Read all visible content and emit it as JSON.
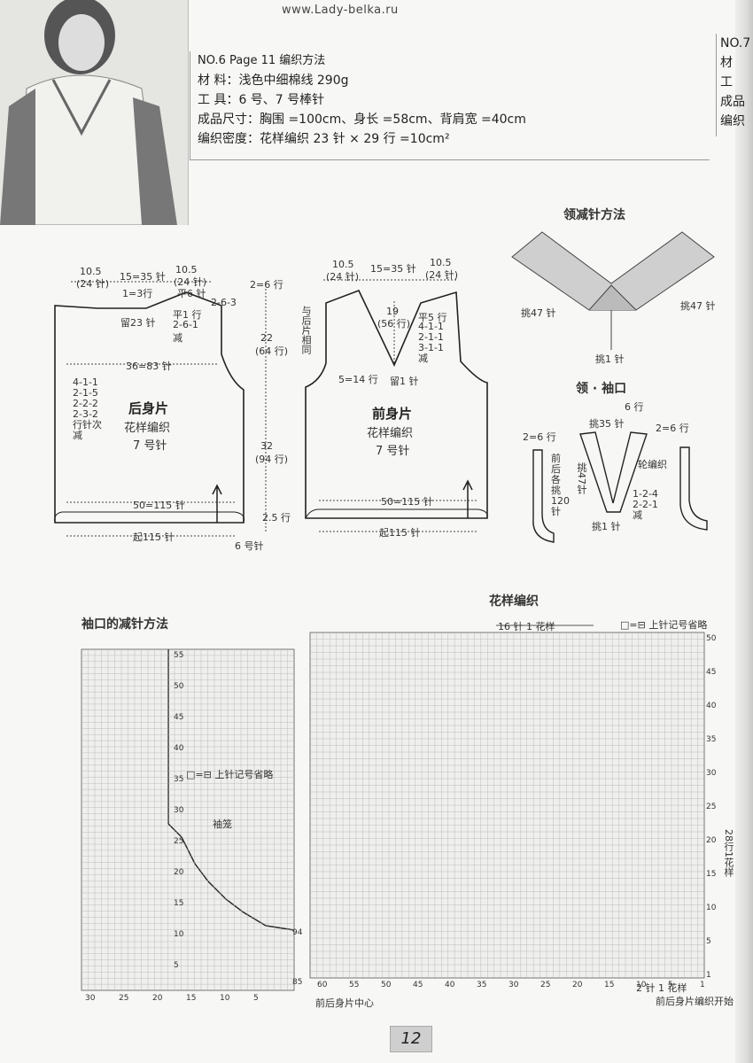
{
  "site": {
    "url": "www.Lady-belka.ru"
  },
  "header": {
    "line1": "NO.6   Page 11     编织方法",
    "line2": "材      料：浅色中细棉线 290g",
    "line3": "工      具：6 号、7 号棒针",
    "line4": "成品尺寸：胸围 =100cm、身长 =58cm、背肩宽 =40cm",
    "line5": "编织密度：花样编织  23 针 × 29 行 =10cm²"
  },
  "next_page": {
    "line1": "NO.7",
    "line2": "材",
    "line3": "工",
    "line4": "成品",
    "line5": "编织"
  },
  "back_piece": {
    "title": "后身片",
    "pattern": "花样编织",
    "needle": "7 号针",
    "top_left": "10.5",
    "top_left_rows": "(24 针)",
    "top_mid": "15=35 针",
    "top_right": "10.5",
    "top_right_rows": "(24 针)",
    "neck_rows": "1=3行",
    "neck_keep": "留23 针",
    "shoulder": "平6 针",
    "shoulder_dec": "2-6-3",
    "flat": "平1 行",
    "dec2": "2-6-1",
    "dec_label": "减",
    "chest": "36=83 针",
    "bottom": "50=115 针",
    "cast_on": "起115 针",
    "needle6": "6 号针",
    "arm_dec": [
      "4-1-1",
      "2-1-5",
      "2-2-2",
      "2-3-2",
      "行针次",
      "减"
    ],
    "right_top": "2=6 行",
    "right_mid": "22",
    "right_mid_rows": "(64 行)",
    "right_low": "32",
    "right_low_rows": "(94 行)",
    "right_rib": "2.5 行"
  },
  "front_piece": {
    "title": "前身片",
    "pattern": "花样编织",
    "needle": "7 号针",
    "top_left": "10.5",
    "top_left_rows": "(24 针)",
    "top_mid": "15=35 针",
    "top_right": "10.5",
    "top_right_rows": "(24 针)",
    "v_depth": "19",
    "v_rows": "(56 行)",
    "flat": "平5 行",
    "v_dec": [
      "4-1-1",
      "2-1-1",
      "3-1-1",
      "减"
    ],
    "keep": "留1 针",
    "arm": "5=14 行",
    "same": "与后片相同",
    "bottom": "50=115 针",
    "cast_on": "起115 针"
  },
  "neck_method": {
    "title": "领减针方法",
    "pick_left": "挑47 针",
    "pick_right": "挑47 针",
    "pick_center": "挑1 针"
  },
  "neck_armhole": {
    "title": "领 · 袖口",
    "top_rows": "6 行",
    "pick35": "挑35 针",
    "left_rows": "2=6 行",
    "right_rows": "2=6 行",
    "rib": "轮编织",
    "pick47": "挑47针",
    "front_back": [
      "前",
      "后",
      "各",
      "挑",
      "120",
      "针"
    ],
    "dec": [
      "1-2-4",
      "2-2-1",
      "减"
    ],
    "pick1": "挑1 针"
  },
  "armhole_chart": {
    "title": "袖口的减针方法",
    "legend": "□=⊟  上针记号省略",
    "label": "袖笼",
    "row_labels": [
      "55",
      "50",
      "45",
      "40",
      "35",
      "30",
      "25",
      "20",
      "15",
      "10",
      "5"
    ],
    "col_labels": [
      "30",
      "25",
      "20",
      "15",
      "10",
      "5"
    ],
    "marker_top": "94",
    "marker_bottom": "85"
  },
  "pattern_chart": {
    "title": "花样编织",
    "repeat_top": "16 针 1 花样",
    "legend": "□=⊟  上针记号省略",
    "row_labels": [
      "50",
      "45",
      "40",
      "35",
      "30",
      "25",
      "20",
      "15",
      "10",
      "5",
      "1"
    ],
    "col_labels": [
      "60",
      "55",
      "50",
      "45",
      "40",
      "35",
      "30",
      "25",
      "20",
      "15",
      "10",
      "5",
      "1"
    ],
    "repeat_rows": "28行1花样",
    "center_label": "前后身片中心",
    "repeat_bottom": "2 针 1 花样",
    "start_label": "前后身片编织开始"
  },
  "page": {
    "number": "12"
  },
  "colors": {
    "ink": "#222222",
    "grid": "#999999",
    "paper": "#f7f7f5"
  }
}
